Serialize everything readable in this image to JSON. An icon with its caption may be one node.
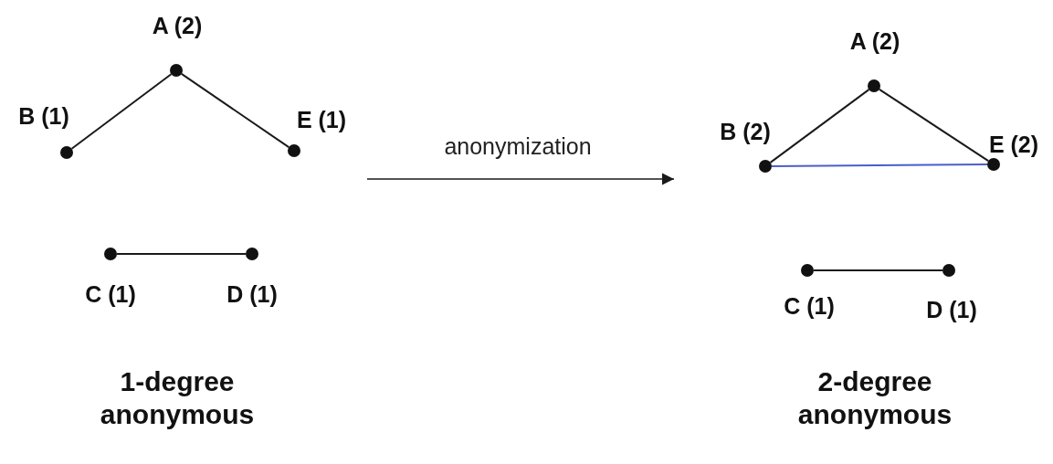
{
  "diagram": {
    "nodes": [
      {
        "text": [],
        "shape": "circle",
        "beside": [
          "A (2)"
        ]
      },
      {
        "text": [],
        "shape": "circle",
        "beside": [
          "B (1)"
        ]
      },
      {
        "text": [],
        "shape": "circle",
        "beside": [
          "E (1)"
        ]
      },
      {
        "text": [],
        "shape": "circle",
        "beside": [
          "C (1)"
        ]
      },
      {
        "text": [],
        "shape": "circle",
        "beside": [
          "D (1)"
        ]
      },
      {
        "text": [],
        "shape": "circle",
        "beside": [
          "A (2)"
        ]
      },
      {
        "text": [],
        "shape": "circle",
        "beside": [
          "B (2)"
        ]
      },
      {
        "text": [],
        "shape": "circle",
        "beside": [
          "E (2)"
        ]
      },
      {
        "text": [],
        "shape": "circle",
        "beside": [
          "C (1)"
        ]
      },
      {
        "text": [],
        "shape": "circle",
        "beside": [
          "D (1)"
        ]
      }
    ],
    "edges": [
      {
        "from": 0,
        "to": 1,
        "arrow": "none"
      },
      {
        "from": 0,
        "to": 2,
        "arrow": "none"
      },
      {
        "from": 3,
        "to": 4,
        "arrow": "none"
      },
      {
        "from": 5,
        "to": 6,
        "arrow": "none"
      },
      {
        "from": 5,
        "to": 7,
        "arrow": "none"
      },
      {
        "from": 6,
        "to": 7,
        "arrow": "none",
        "color": "#4a5fc8"
      },
      {
        "from": 8,
        "to": 9,
        "arrow": "none"
      }
    ],
    "labels": [
      "anonymization",
      "1-degree anonymous",
      "2-degree anonymous"
    ]
  }
}
